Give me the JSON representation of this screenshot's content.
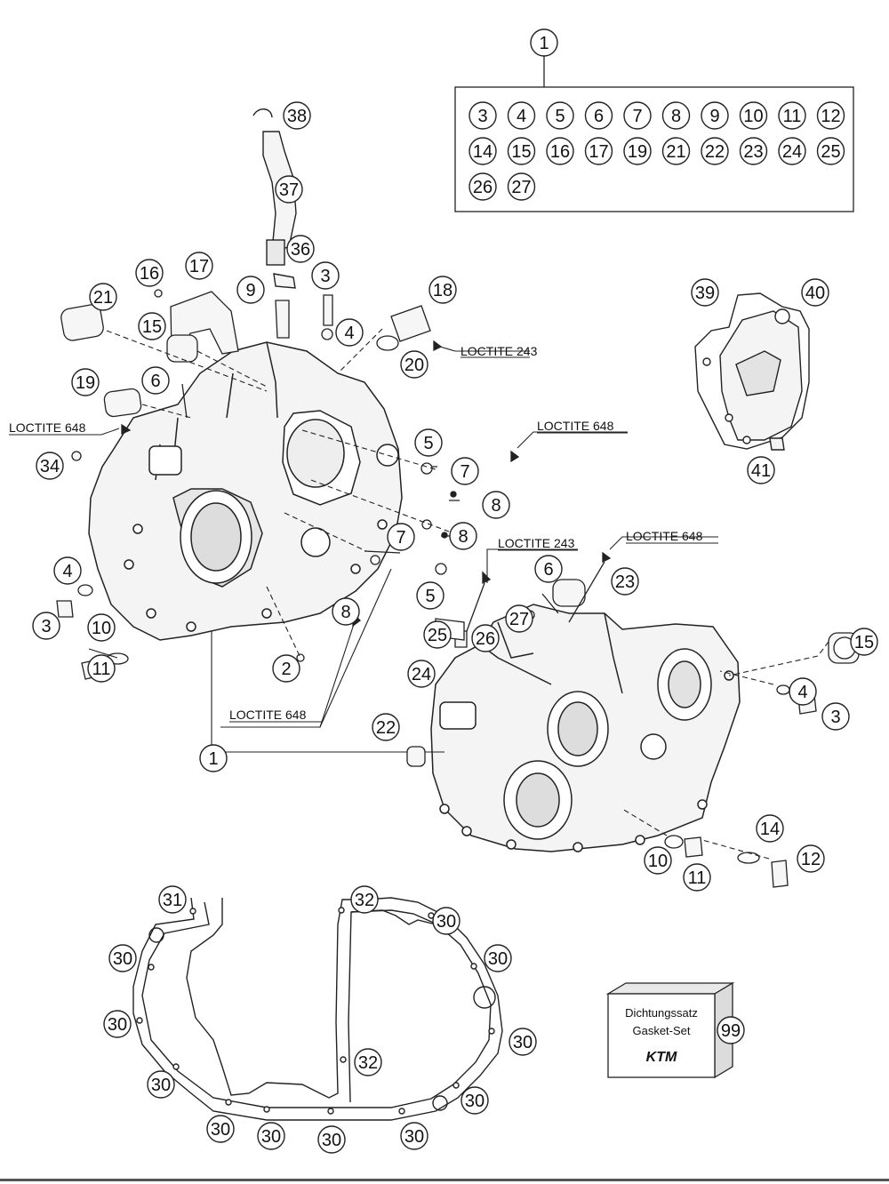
{
  "kit": {
    "main": "1",
    "items": [
      "3",
      "4",
      "5",
      "6",
      "7",
      "8",
      "9",
      "10",
      "11",
      "12",
      "14",
      "15",
      "16",
      "17",
      "19",
      "21",
      "22",
      "23",
      "24",
      "25",
      "26",
      "27"
    ]
  },
  "callouts": [
    {
      "key": "c38",
      "text": "38"
    },
    {
      "key": "c37",
      "text": "37"
    },
    {
      "key": "c36",
      "text": "36"
    },
    {
      "key": "c3a",
      "text": "3"
    },
    {
      "key": "c9",
      "text": "9"
    },
    {
      "key": "c16",
      "text": "16"
    },
    {
      "key": "c17",
      "text": "17"
    },
    {
      "key": "c21",
      "text": "21"
    },
    {
      "key": "c15a",
      "text": "15"
    },
    {
      "key": "c18",
      "text": "18"
    },
    {
      "key": "c4a",
      "text": "4"
    },
    {
      "key": "c20",
      "text": "20"
    },
    {
      "key": "c19",
      "text": "19"
    },
    {
      "key": "c6a",
      "text": "6"
    },
    {
      "key": "c34",
      "text": "34"
    },
    {
      "key": "c5a",
      "text": "5"
    },
    {
      "key": "c7a",
      "text": "7"
    },
    {
      "key": "c8a",
      "text": "8"
    },
    {
      "key": "c8b",
      "text": "8"
    },
    {
      "key": "c7b",
      "text": "7"
    },
    {
      "key": "c5b",
      "text": "5"
    },
    {
      "key": "c8c",
      "text": "8"
    },
    {
      "key": "c4b",
      "text": "4"
    },
    {
      "key": "c3b",
      "text": "3"
    },
    {
      "key": "c10a",
      "text": "10"
    },
    {
      "key": "c11a",
      "text": "11"
    },
    {
      "key": "c2",
      "text": "2"
    },
    {
      "key": "c39",
      "text": "39"
    },
    {
      "key": "c40",
      "text": "40"
    },
    {
      "key": "c41",
      "text": "41"
    },
    {
      "key": "c6b",
      "text": "6"
    },
    {
      "key": "c23",
      "text": "23"
    },
    {
      "key": "c27",
      "text": "27"
    },
    {
      "key": "c25",
      "text": "25"
    },
    {
      "key": "c26",
      "text": "26"
    },
    {
      "key": "c24",
      "text": "24"
    },
    {
      "key": "c15b",
      "text": "15"
    },
    {
      "key": "c4c",
      "text": "4"
    },
    {
      "key": "c3c",
      "text": "3"
    },
    {
      "key": "c22",
      "text": "22"
    },
    {
      "key": "c1b",
      "text": "1"
    },
    {
      "key": "c14",
      "text": "14"
    },
    {
      "key": "c12",
      "text": "12"
    },
    {
      "key": "c10b",
      "text": "10"
    },
    {
      "key": "c11b",
      "text": "11"
    },
    {
      "key": "c31",
      "text": "31"
    },
    {
      "key": "c32a",
      "text": "32"
    },
    {
      "key": "c30a",
      "text": "30"
    },
    {
      "key": "c30b",
      "text": "30"
    },
    {
      "key": "c30c",
      "text": "30"
    },
    {
      "key": "c30d",
      "text": "30"
    },
    {
      "key": "c30e",
      "text": "30"
    },
    {
      "key": "c32b",
      "text": "32"
    },
    {
      "key": "c30f",
      "text": "30"
    },
    {
      "key": "c30g",
      "text": "30"
    },
    {
      "key": "c30h",
      "text": "30"
    },
    {
      "key": "c30i",
      "text": "30"
    },
    {
      "key": "c30j",
      "text": "30"
    },
    {
      "key": "c30k",
      "text": "30"
    },
    {
      "key": "c99",
      "text": "99"
    }
  ],
  "labels": {
    "loctite_243_a": "LOCTITE 243",
    "loctite_648_a": "LOCTITE 648",
    "loctite_648_b": "LOCTITE 648",
    "loctite_243_b": "LOCTITE 243",
    "loctite_648_c": "LOCTITE 648",
    "loctite_648_d": "LOCTITE 648"
  },
  "gasket_box": {
    "line1": "Dichtungssatz",
    "line2": "Gasket-Set",
    "brand": "KTM"
  },
  "colors": {
    "line": "#222222",
    "fill_light": "#f2f2f2",
    "fill_mid": "#dcdcdc",
    "background": "#ffffff"
  }
}
